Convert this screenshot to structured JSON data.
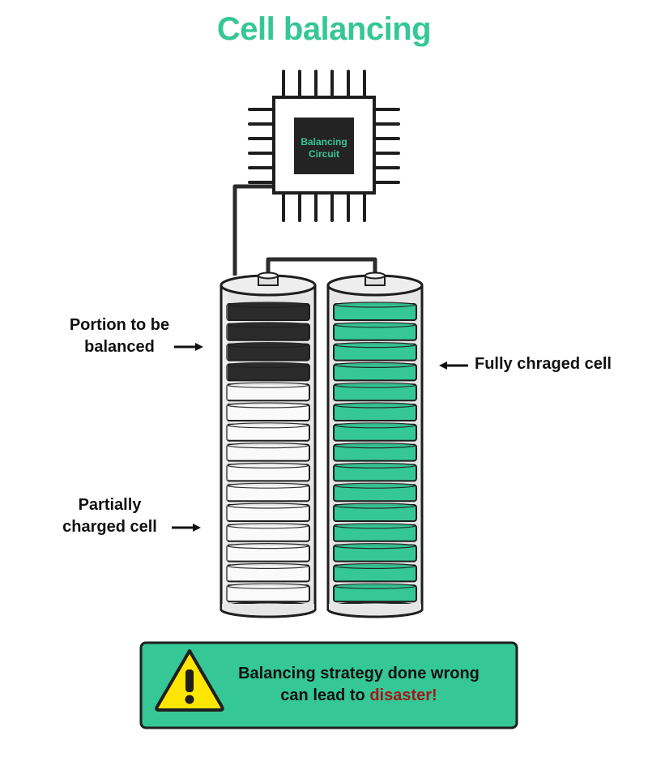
{
  "title": "Cell balancing",
  "chip": {
    "line1": "Balancing",
    "line2": "Circuit"
  },
  "labels": {
    "portion_line1": "Portion to be",
    "portion_line2": "balanced",
    "partial_line1": "Partially",
    "partial_line2": "charged cell",
    "full": "Fully chraged cell"
  },
  "warning": {
    "line1": "Balancing strategy done wrong",
    "line2_prefix": "can lead to ",
    "line2_emphasis": "disaster!"
  },
  "colors": {
    "accent": "#35c795",
    "dark_segment": "#2b2b2b",
    "light_segment": "#fafafa",
    "danger": "#a3171b",
    "warning_bg": "#35c795",
    "warning_icon": "#ffe600"
  },
  "cells": {
    "left": {
      "dark_segments": 4,
      "light_segments": 11
    },
    "right": {
      "segments": 15
    }
  }
}
